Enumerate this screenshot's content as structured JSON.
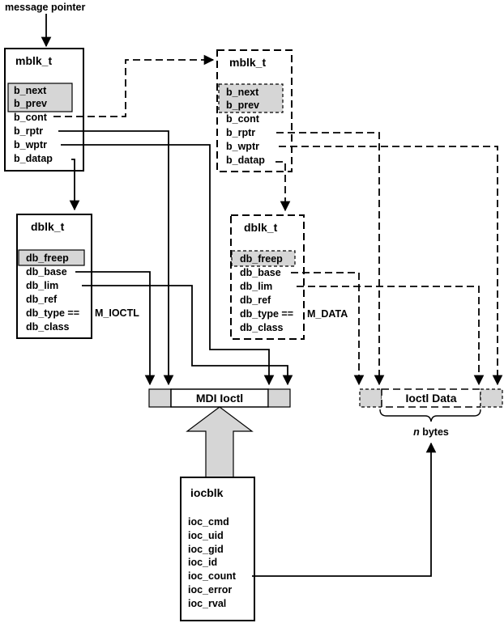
{
  "caption": {
    "message_pointer": "message pointer"
  },
  "mblk1": {
    "title": "mblk_t",
    "fields": [
      "b_next",
      "b_prev",
      "b_cont",
      "b_rptr",
      "b_wptr",
      "b_datap"
    ]
  },
  "mblk2": {
    "title": "mblk_t",
    "fields": [
      "b_next",
      "b_prev",
      "b_cont",
      "b_rptr",
      "b_wptr",
      "b_datap"
    ]
  },
  "dblk1": {
    "title": "dblk_t",
    "fields": [
      "db_freep",
      "db_base",
      "db_lim",
      "db_ref",
      "db_type ==",
      "db_class"
    ],
    "type_value": "M_IOCTL"
  },
  "dblk2": {
    "title": "dblk_t",
    "fields": [
      "db_freep",
      "db_base",
      "db_lim",
      "db_ref",
      "db_type ==",
      "db_class"
    ],
    "type_value": "M_DATA"
  },
  "buffer1": {
    "label": "MDI Ioctl"
  },
  "buffer2": {
    "label": "Ioctl Data",
    "size_note_italic": "n",
    "size_note_text": " bytes"
  },
  "iocblk": {
    "title": "iocblk",
    "fields": [
      "ioc_cmd",
      "ioc_uid",
      "ioc_gid",
      "ioc_id",
      "ioc_count",
      "ioc_error",
      "ioc_rval"
    ]
  }
}
